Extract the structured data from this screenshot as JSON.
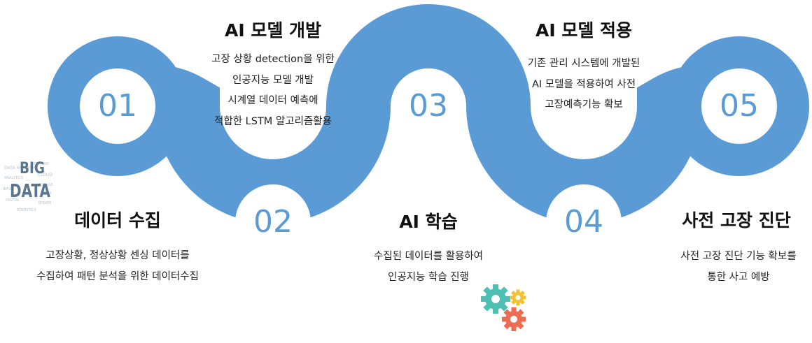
{
  "colors": {
    "ribbon": "#5b9bd5",
    "number": "#5b9bd5",
    "gear_teal": "#4dbfb3",
    "gear_yellow": "#f2c233",
    "gear_red": "#ec6d51"
  },
  "steps": [
    {
      "number": "01",
      "title": "데이터 수집",
      "lines": [
        "고장상황, 정상상황 센싱 데이터를",
        "수집하여 패턴 분석을 위한 데이터수집"
      ]
    },
    {
      "number": "02",
      "title": "AI 모델 개발",
      "lines": [
        "고장 상황 detection을 위한",
        "인공지능 모델 개발",
        "시계열 데이터 예측에",
        "적합한 LSTM 알고리즘활용"
      ]
    },
    {
      "number": "03",
      "title": "AI 학습",
      "lines": [
        "수집된 데이터를 활용하여",
        "인공지능 학습 진행"
      ]
    },
    {
      "number": "04",
      "title": "AI 모델 적용",
      "lines": [
        "기존 관리 시스템에 개발된",
        "AI 모델을 적용하여 사전",
        "고장예측기능 확보"
      ]
    },
    {
      "number": "05",
      "title": "사전 고장 진단",
      "lines": [
        "사전 고장 진단 기능 확보를",
        "통한 사고  예방"
      ]
    }
  ],
  "logo": {
    "line1": "BIG",
    "line2": "DATA"
  },
  "icons": {
    "logo": "big-data-word-cloud-logo",
    "gears": "gears-icon"
  }
}
